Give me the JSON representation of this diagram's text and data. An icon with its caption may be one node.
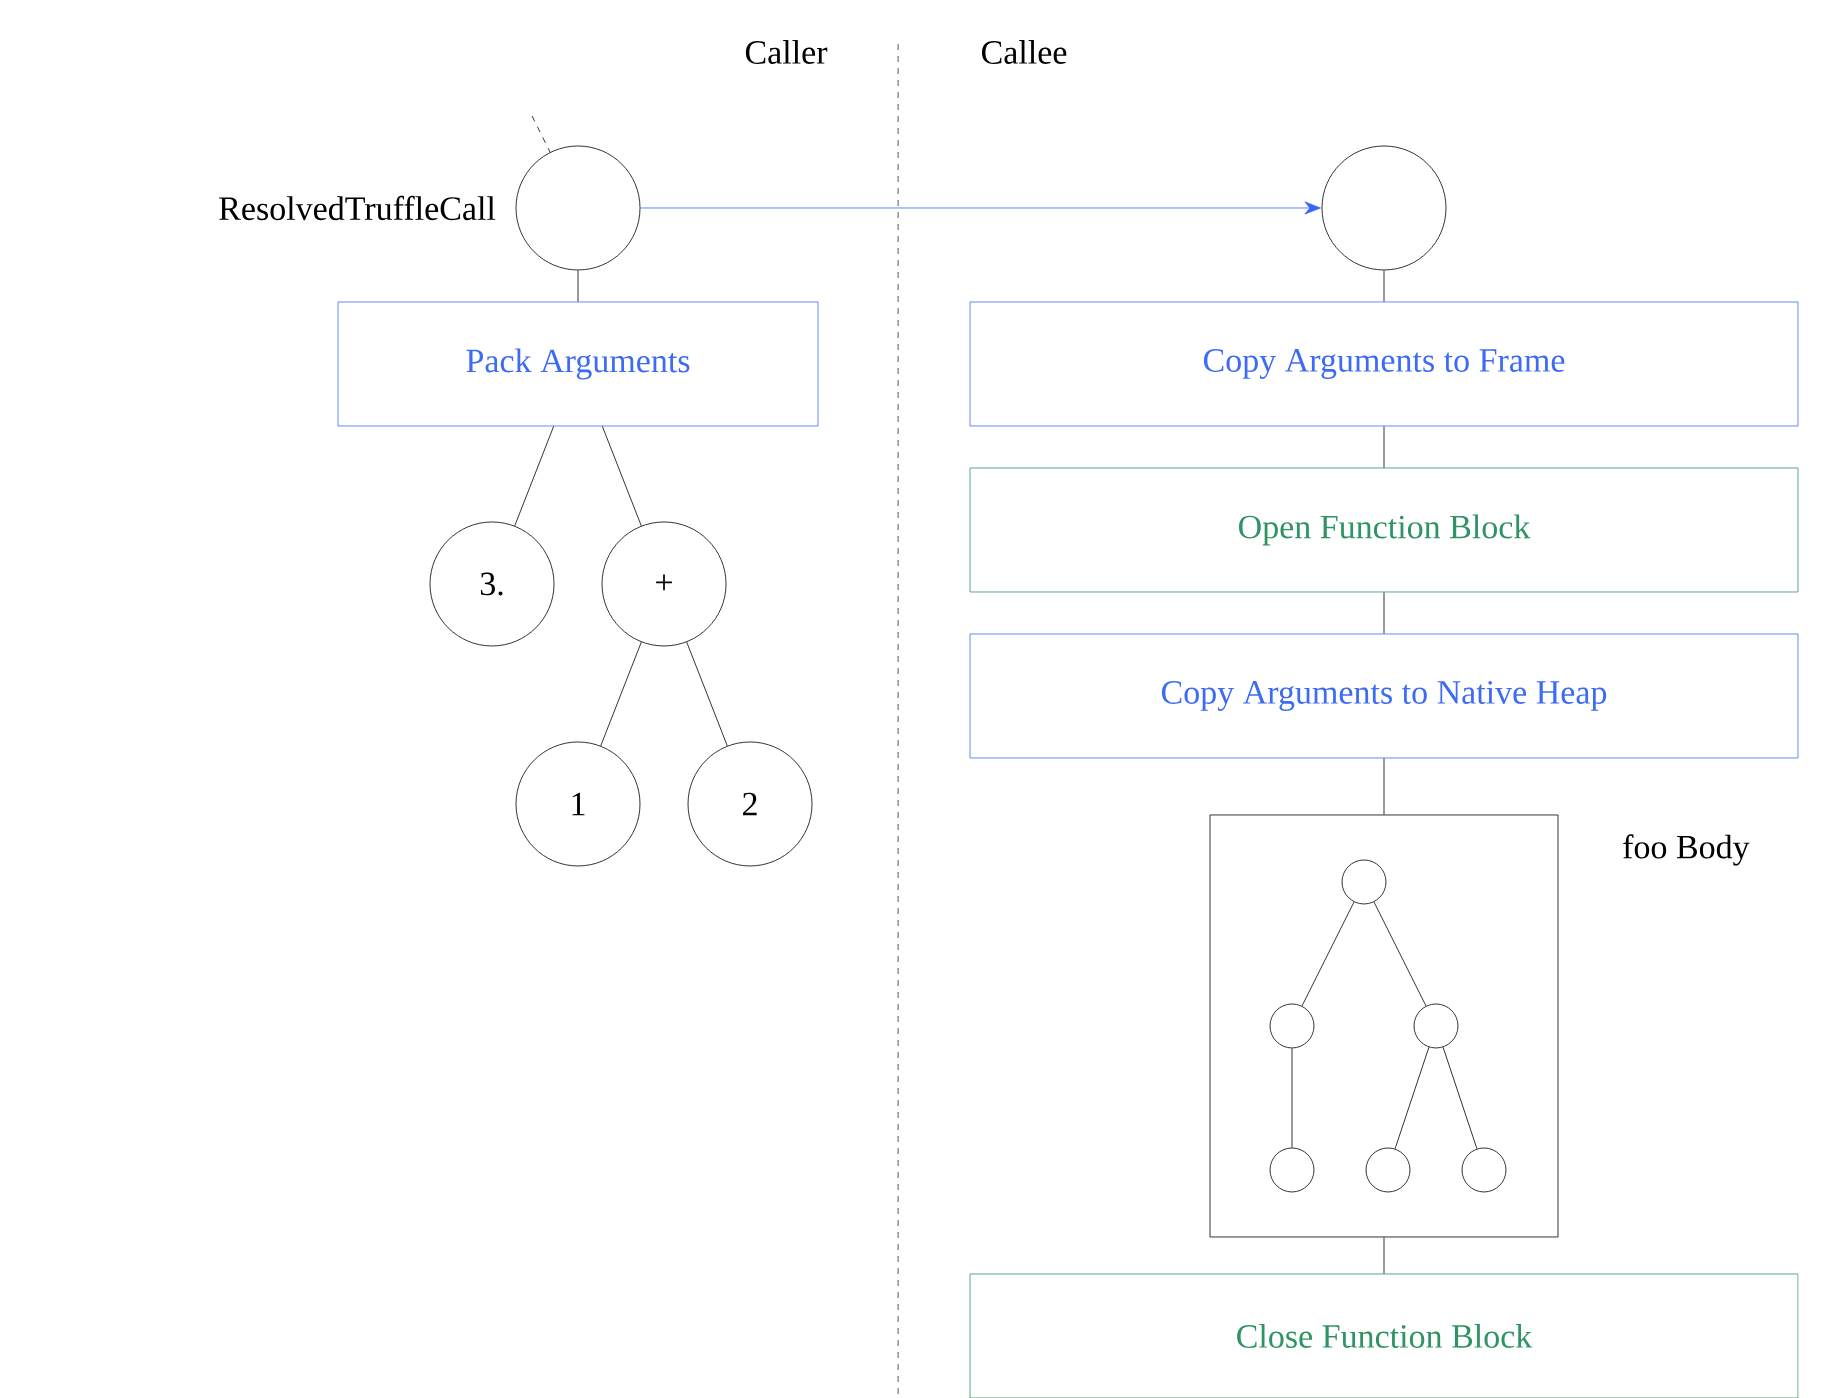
{
  "diagram": {
    "nodes": [
      {
        "text": [],
        "shape": "circle",
        "beside": [
          "ResolvedTruffleCall"
        ]
      },
      {
        "text": [],
        "shape": "circle"
      },
      {
        "text": [
          "Pack Arguments"
        ]
      },
      {
        "text": [
          "3."
        ]
      },
      {
        "text": [
          "+"
        ]
      },
      {
        "text": [
          "1"
        ]
      },
      {
        "text": [
          "2"
        ]
      },
      {
        "text": [
          "Copy Arguments to Frame"
        ]
      },
      {
        "text": [
          "Open Function Block"
        ]
      },
      {
        "text": [
          "Copy Arguments to Native Heap"
        ]
      },
      {
        "text": [
          "foo Body"
        ]
      },
      {
        "text": [],
        "shape": "circle",
        "in": 10
      },
      {
        "text": [],
        "shape": "circle",
        "in": 10
      },
      {
        "text": [],
        "shape": "circle",
        "in": 10
      },
      {
        "text": [],
        "shape": "circle",
        "in": 10
      },
      {
        "text": [],
        "shape": "circle",
        "in": 10
      },
      {
        "text": [],
        "shape": "circle",
        "in": 10
      },
      {
        "text": [
          "Close Function Block"
        ]
      }
    ],
    "edges": [
      {
        "from": 0,
        "to": 1,
        "arrow": "to",
        "color": "#3366ff"
      },
      {
        "from": null,
        "to": 0,
        "arrow": "none",
        "style": "dashed"
      },
      {
        "from": 0,
        "to": 2,
        "arrow": "none"
      },
      {
        "from": 2,
        "to": 3,
        "arrow": "none"
      },
      {
        "from": 2,
        "to": 4,
        "arrow": "none"
      },
      {
        "from": 4,
        "to": 5,
        "arrow": "none"
      },
      {
        "from": 4,
        "to": 6,
        "arrow": "none"
      },
      {
        "from": 1,
        "to": 7,
        "arrow": "none"
      },
      {
        "from": 7,
        "to": 8,
        "arrow": "none"
      },
      {
        "from": 8,
        "to": 9,
        "arrow": "none"
      },
      {
        "from": 9,
        "to": 10,
        "arrow": "none"
      },
      {
        "from": 11,
        "to": 12,
        "arrow": "none"
      },
      {
        "from": 11,
        "to": 13,
        "arrow": "none"
      },
      {
        "from": 12,
        "to": 14,
        "arrow": "none"
      },
      {
        "from": 13,
        "to": 15,
        "arrow": "none"
      },
      {
        "from": 13,
        "to": 16,
        "arrow": "none"
      },
      {
        "from": 10,
        "to": 17,
        "arrow": "none"
      }
    ],
    "labels": [
      "Caller",
      "Callee"
    ]
  }
}
